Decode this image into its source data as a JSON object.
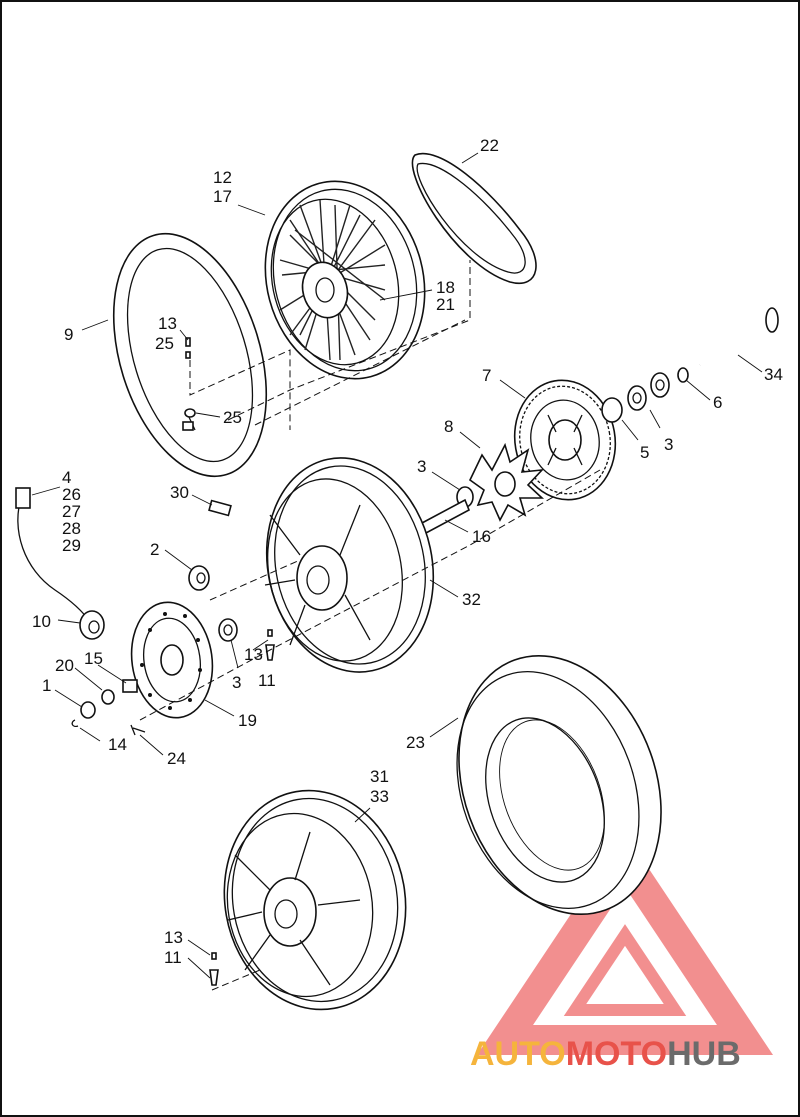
{
  "diagram": {
    "callouts": [
      {
        "id": "c22",
        "lines": [
          "22"
        ]
      },
      {
        "id": "c12",
        "lines": [
          "12",
          "17"
        ]
      },
      {
        "id": "c18",
        "lines": [
          "18",
          "21"
        ]
      },
      {
        "id": "c9",
        "lines": [
          "9"
        ]
      },
      {
        "id": "c13a",
        "lines": [
          "13",
          "25"
        ]
      },
      {
        "id": "c25",
        "lines": [
          "25"
        ]
      },
      {
        "id": "c34",
        "lines": [
          "34"
        ]
      },
      {
        "id": "c7",
        "lines": [
          "7"
        ]
      },
      {
        "id": "c6",
        "lines": [
          "6"
        ]
      },
      {
        "id": "c5",
        "lines": [
          "5"
        ]
      },
      {
        "id": "c3a",
        "lines": [
          "3"
        ]
      },
      {
        "id": "c8",
        "lines": [
          "8"
        ]
      },
      {
        "id": "c3b",
        "lines": [
          "3"
        ]
      },
      {
        "id": "c16",
        "lines": [
          "16"
        ]
      },
      {
        "id": "c4",
        "lines": [
          "4",
          "26",
          "27",
          "28",
          "29"
        ]
      },
      {
        "id": "c30",
        "lines": [
          "30"
        ]
      },
      {
        "id": "c2",
        "lines": [
          "2"
        ]
      },
      {
        "id": "c32",
        "lines": [
          "32"
        ]
      },
      {
        "id": "c10",
        "lines": [
          "10"
        ]
      },
      {
        "id": "c15",
        "lines": [
          "15"
        ]
      },
      {
        "id": "c20",
        "lines": [
          "20"
        ]
      },
      {
        "id": "c1",
        "lines": [
          "1"
        ]
      },
      {
        "id": "c13b",
        "lines": [
          "13"
        ]
      },
      {
        "id": "c11a",
        "lines": [
          "11"
        ]
      },
      {
        "id": "c3c",
        "lines": [
          "3"
        ]
      },
      {
        "id": "c19",
        "lines": [
          "19"
        ]
      },
      {
        "id": "c14",
        "lines": [
          "14"
        ]
      },
      {
        "id": "c24",
        "lines": [
          "24"
        ]
      },
      {
        "id": "c23",
        "lines": [
          "23"
        ]
      },
      {
        "id": "c31",
        "lines": [
          "31",
          "33"
        ]
      },
      {
        "id": "c13c",
        "lines": [
          "13"
        ]
      },
      {
        "id": "c11b",
        "lines": [
          "11"
        ]
      }
    ]
  },
  "watermark": {
    "part1": "AUTO",
    "part2": "MOTO",
    "part3": "HUB",
    "color1": "#f5b43c",
    "color2": "#e8524a",
    "color3": "#6b6b6b"
  },
  "colors": {
    "line": "#111111",
    "watermark_triangle": "#ee6a6a"
  }
}
